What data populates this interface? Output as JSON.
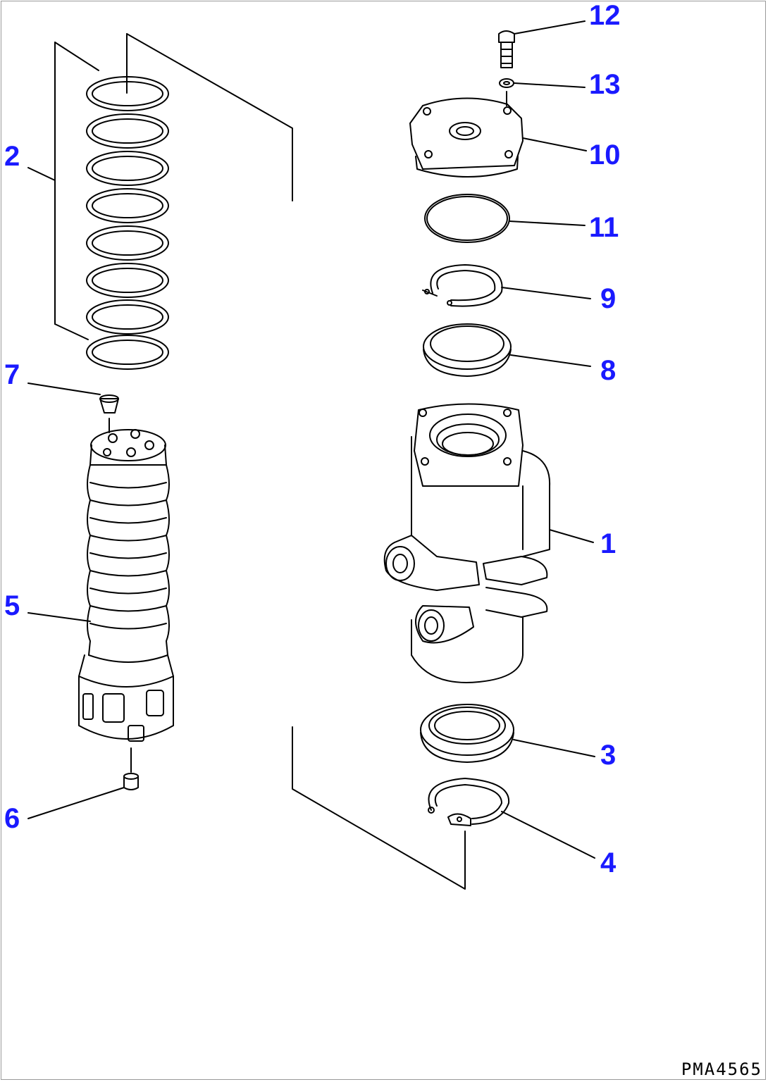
{
  "drawing": {
    "code": "PMA4565"
  },
  "callouts": {
    "c1": "1",
    "c2": "2",
    "c3": "3",
    "c4": "4",
    "c5": "5",
    "c6": "6",
    "c7": "7",
    "c8": "8",
    "c9": "9",
    "c10": "10",
    "c11": "11",
    "c12": "12",
    "c13": "13"
  },
  "colors": {
    "callout": "#1a1aff",
    "line": "#000000",
    "frame": "#9a9a9a"
  }
}
